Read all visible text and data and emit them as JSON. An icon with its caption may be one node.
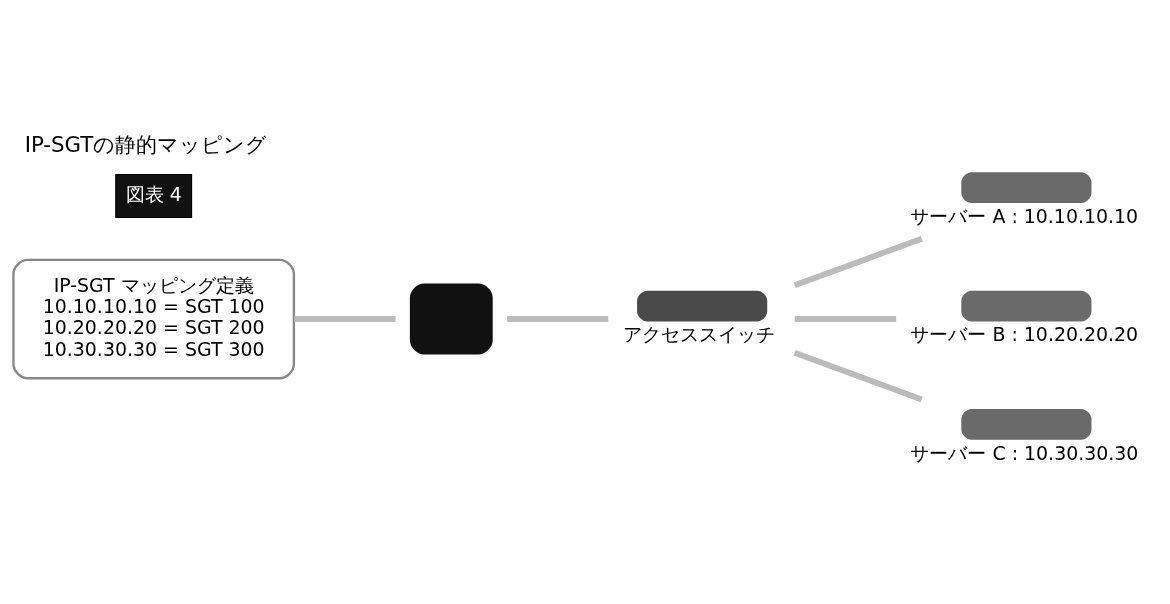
{
  "diagram": {
    "title": "IP-SGTの静的マッピング",
    "nodes": [
      {
        "text": [],
        "shape": "box"
      },
      {
        "text": [
          "IP-SGT マッピング定義",
          "10.10.10.10 = SGT 100",
          "10.20.20.20 = SGT 200",
          "10.30.30.30 = SGT 300"
        ]
      },
      {
        "text": [],
        "shape": "bar",
        "beside": [
          "アクセススイッチ"
        ]
      },
      {
        "text": [],
        "shape": "bar",
        "beside": [
          "サーバー A : 10.10.10.10"
        ]
      },
      {
        "text": [],
        "shape": "bar",
        "beside": [
          "サーバー B : 10.20.20.20"
        ]
      },
      {
        "text": [],
        "shape": "bar",
        "beside": [
          "サーバー C : 10.30.30.30"
        ]
      }
    ],
    "edges": [
      {
        "from": 1,
        "to": 0,
        "arrow": "none"
      },
      {
        "from": 0,
        "to": 2,
        "arrow": "none"
      },
      {
        "from": 2,
        "to": 3,
        "arrow": "none"
      },
      {
        "from": 2,
        "to": 4,
        "arrow": "none"
      },
      {
        "from": 2,
        "to": 5,
        "arrow": "none"
      }
    ],
    "labels": [
      "図表 4"
    ]
  }
}
